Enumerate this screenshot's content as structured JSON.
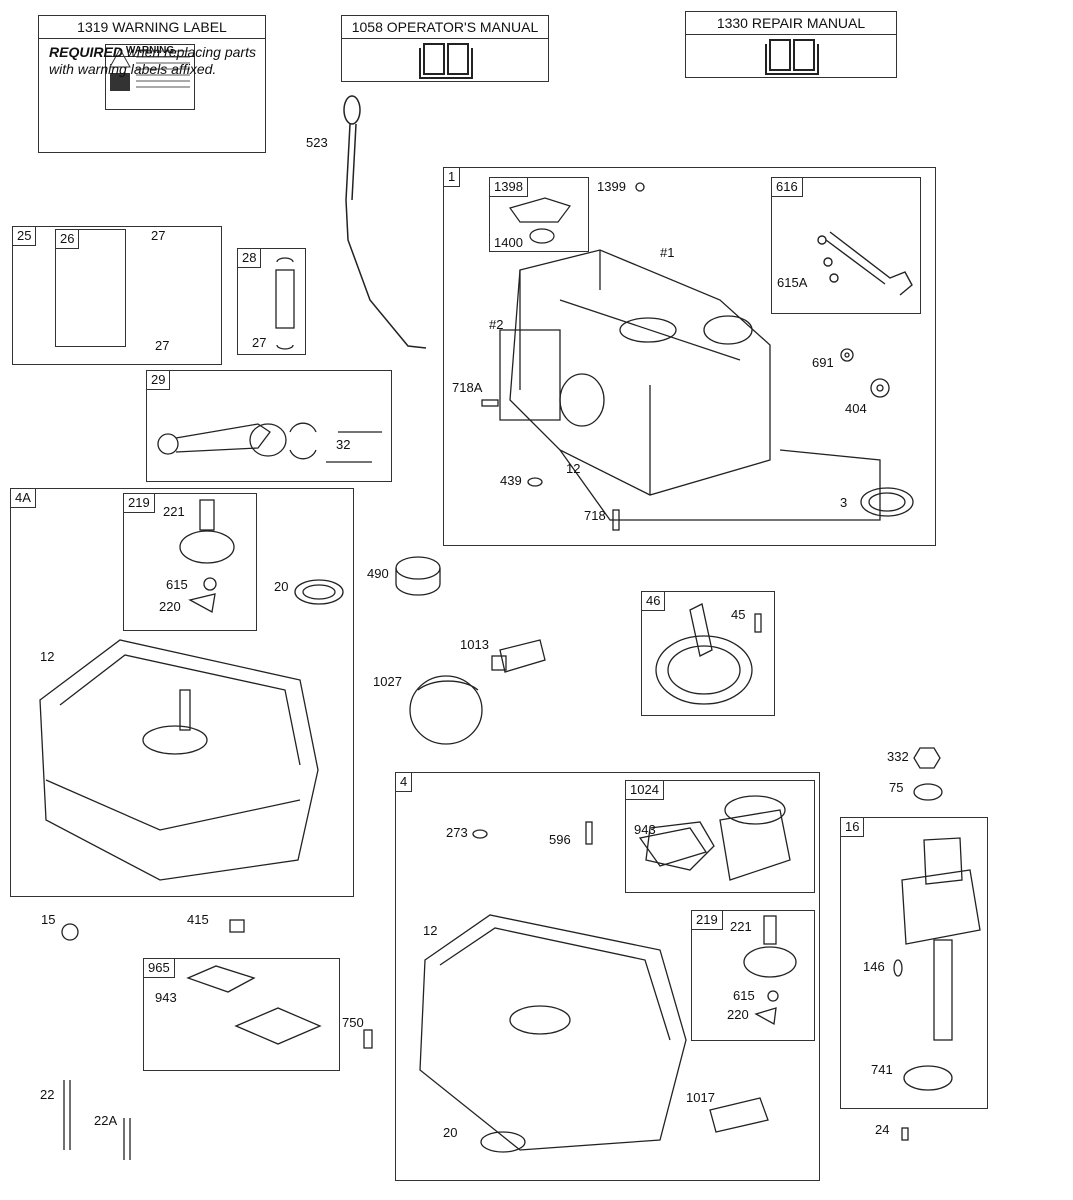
{
  "manuals": {
    "warning": {
      "title": "1319 WARNING LABEL",
      "text_bold": "REQUIRED",
      "text_rest": " when replacing parts with warning labels affixed.",
      "label_word": "WARNING"
    },
    "operator": {
      "title": "1058 OPERATOR'S MANUAL"
    },
    "repair": {
      "title": "1330 REPAIR MANUAL"
    }
  },
  "boxes": {
    "b25": "25",
    "b26": "26",
    "b28": "28",
    "b29": "29",
    "b1": "1",
    "b1398": "1398",
    "b616": "616",
    "b4a": "4A",
    "b219a": "219",
    "b46": "46",
    "b4": "4",
    "b1024": "1024",
    "b219b": "219",
    "b965": "965",
    "b16": "16"
  },
  "labels": {
    "l523": "523",
    "l1399": "1399",
    "l1400": "1400",
    "lh1": "#1",
    "lh2": "#2",
    "l615A": "615A",
    "l691": "691",
    "l404": "404",
    "l718A": "718A",
    "l439": "439",
    "l12a": "12",
    "l718": "718",
    "l3": "3",
    "l27a": "27",
    "l27b": "27",
    "l27c": "27",
    "l32": "32",
    "l221a": "221",
    "l615a": "615",
    "l220a": "220",
    "l20a": "20",
    "l490": "490",
    "l12b": "12",
    "l1013": "1013",
    "l1027": "1027",
    "l45": "45",
    "l332": "332",
    "l75": "75",
    "l273": "273",
    "l596": "596",
    "l943a": "943",
    "l12c": "12",
    "l221b": "221",
    "l615b": "615",
    "l220b": "220",
    "l146": "146",
    "l741": "741",
    "l15": "15",
    "l415": "415",
    "l943b": "943",
    "l750": "750",
    "l22": "22",
    "l22A": "22A",
    "l1017": "1017",
    "l20b": "20",
    "l24": "24"
  }
}
